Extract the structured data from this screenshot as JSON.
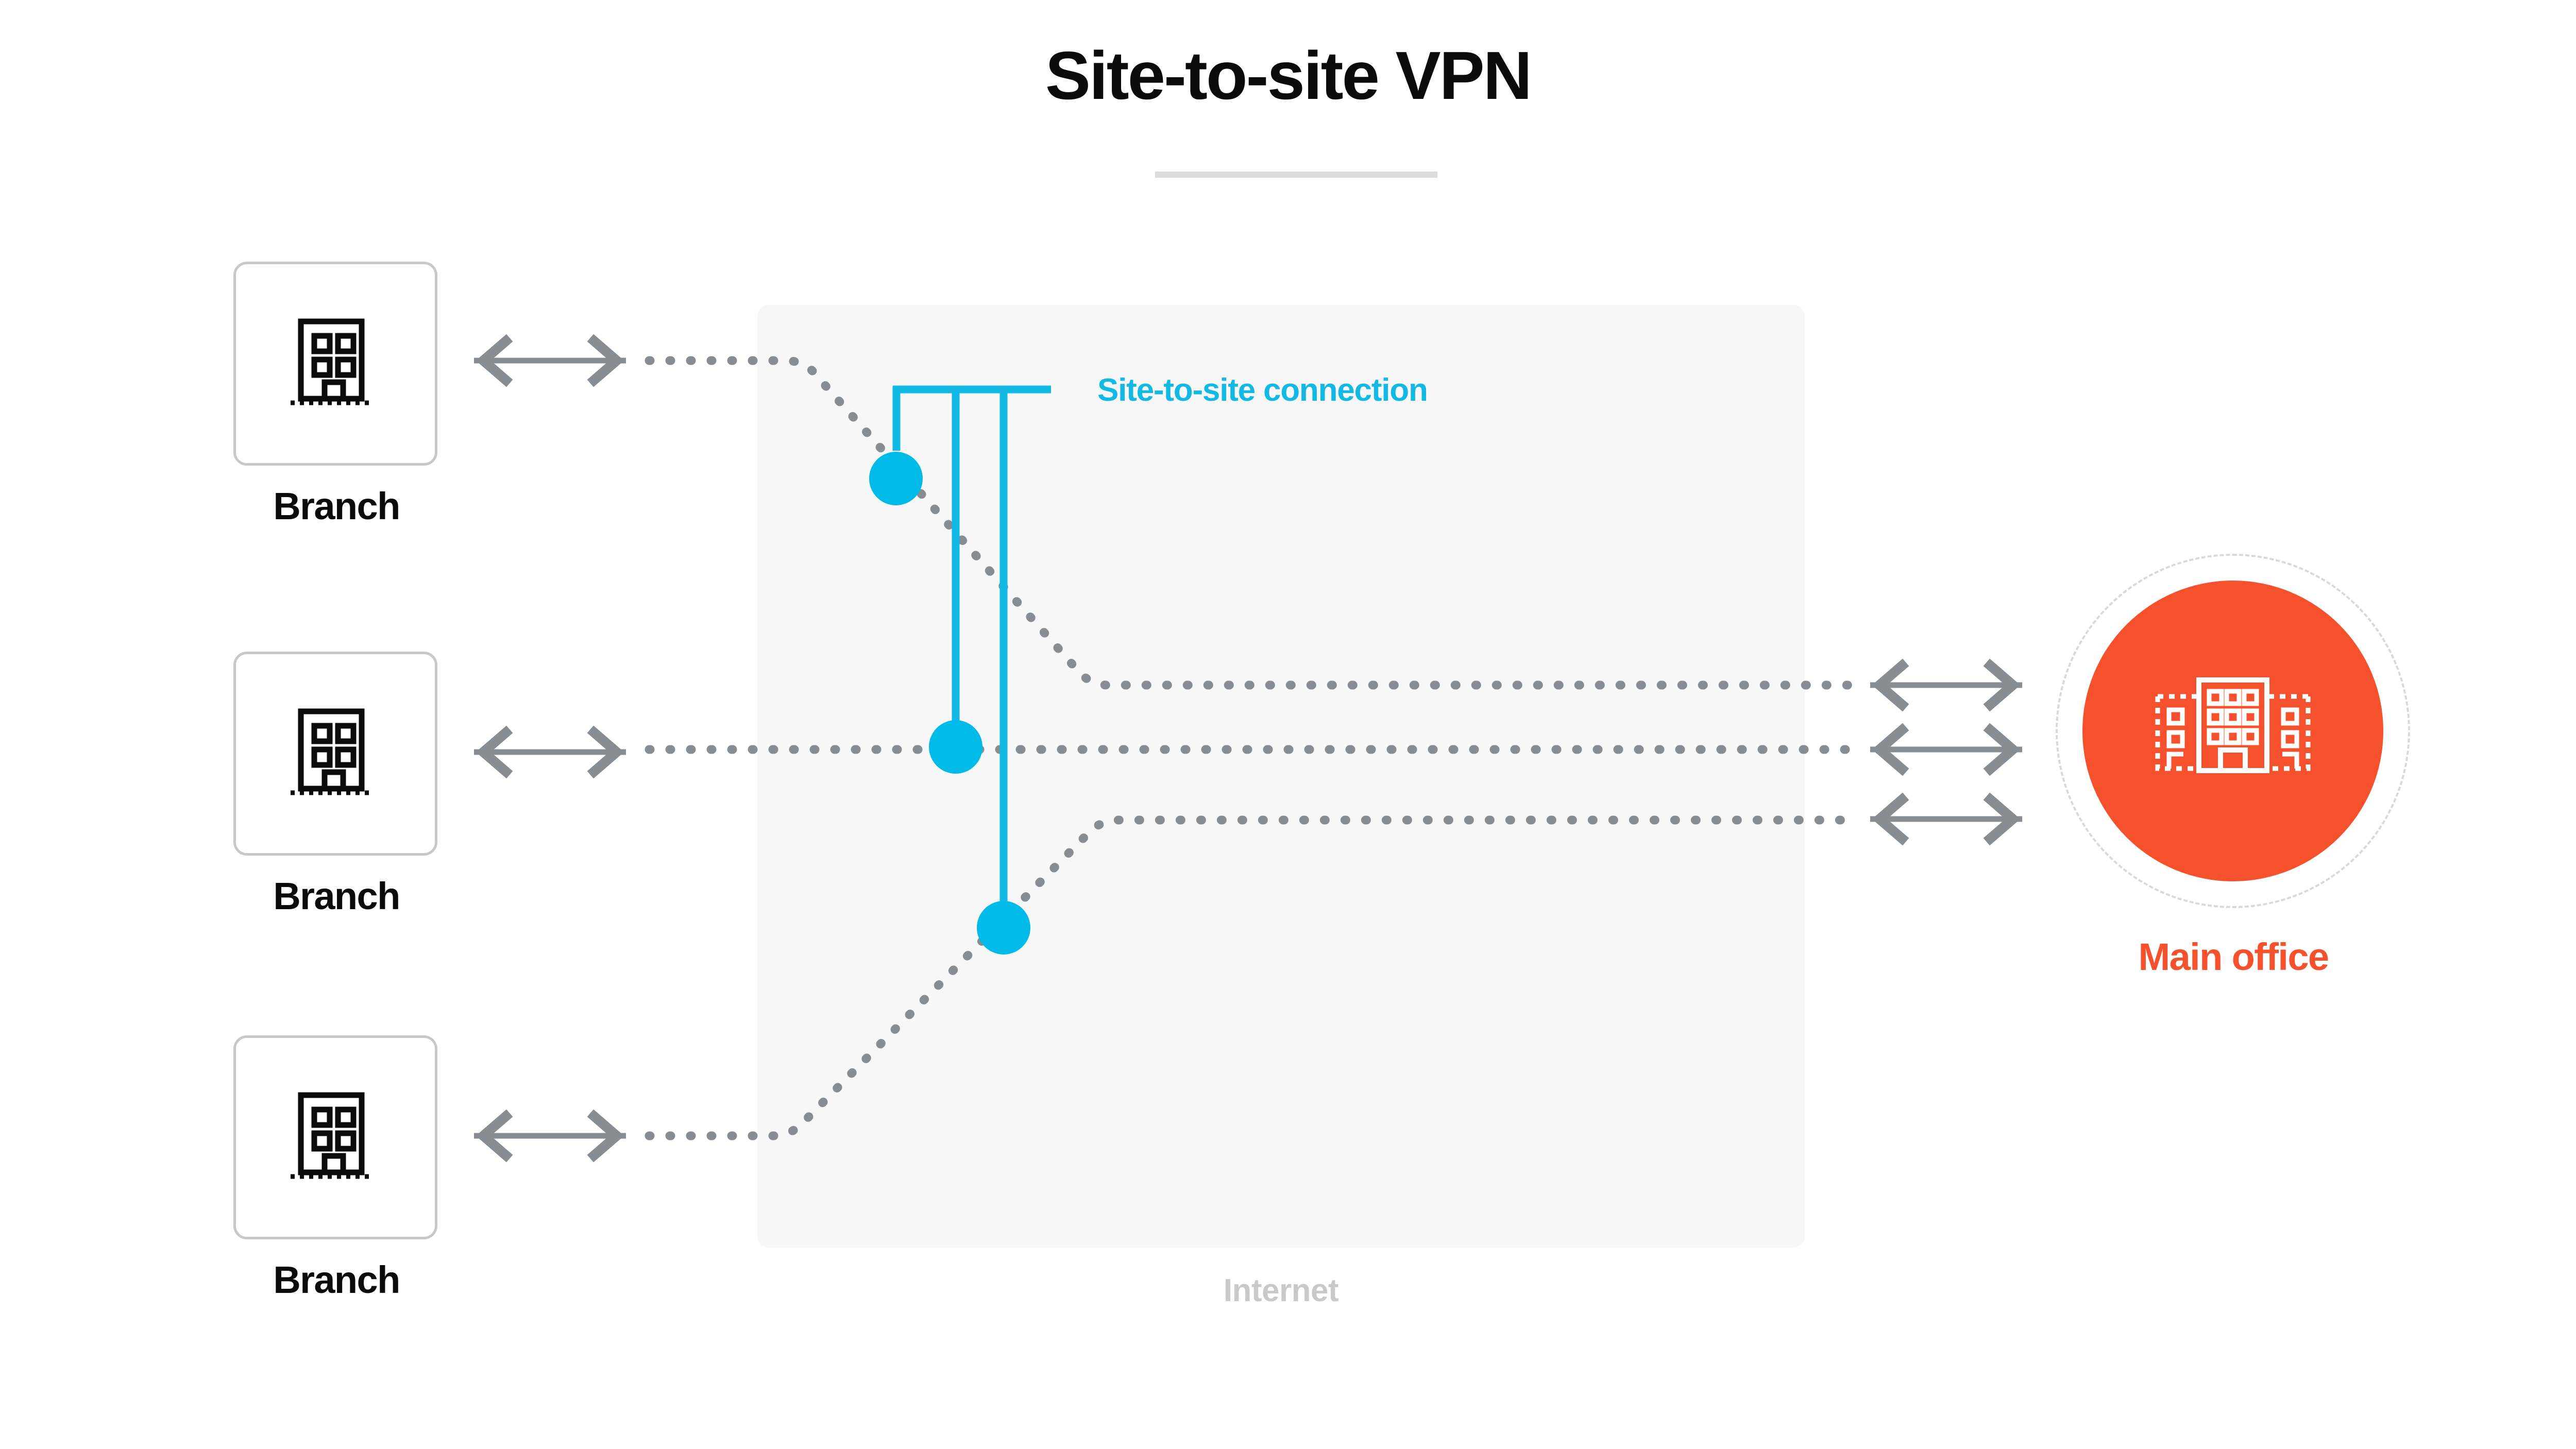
{
  "header": {
    "title": "Site-to-site VPN",
    "rule_color": "#dcdcdc"
  },
  "colors": {
    "accent_orange": "#f4512c",
    "accent_cyan": "#11b9e4",
    "line_gray": "#888d93",
    "internet_fill": "#f7f7f7",
    "card_border": "#c8c8c8",
    "internet_label": "#c9c9c9",
    "title_black": "#0b0b0b"
  },
  "internet": {
    "label": "Internet"
  },
  "legend": {
    "connection_label": "Site-to-site connection",
    "connection_color": "#11b9e4",
    "marker_count": 3
  },
  "branches": [
    {
      "label": "Branch",
      "icon": "office-building-icon",
      "position": "top"
    },
    {
      "label": "Branch",
      "icon": "office-building-icon",
      "position": "middle"
    },
    {
      "label": "Branch",
      "icon": "office-building-icon",
      "position": "bottom"
    }
  ],
  "main_office": {
    "label": "Main office",
    "icon": "main-office-building-icon",
    "color": "#f4512c"
  },
  "links": {
    "left_arrow_count": 3,
    "right_arrow_count": 3,
    "arrow_style": "double-headed",
    "path_style": "dotted",
    "path_color": "#888d93"
  }
}
